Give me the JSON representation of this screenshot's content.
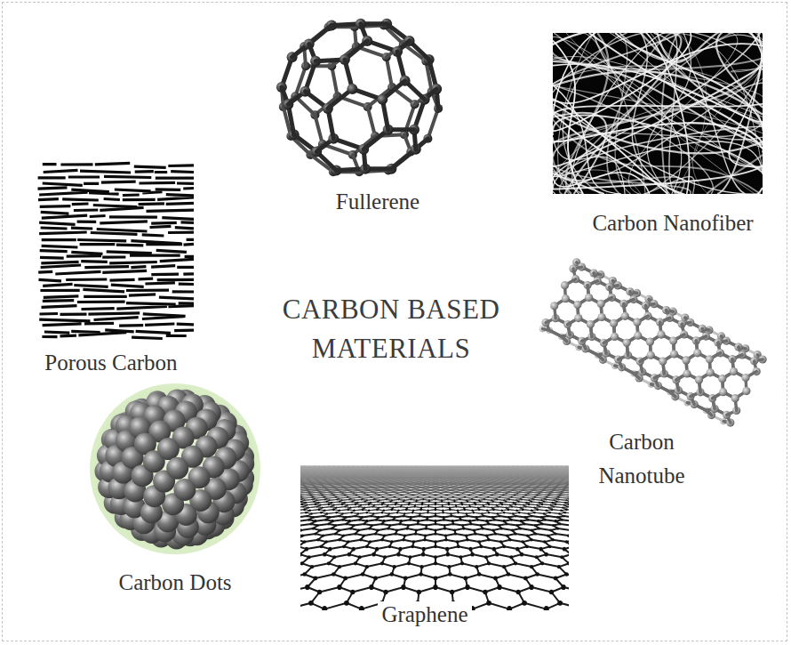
{
  "diagram": {
    "title": "CARBON BASED MATERIALS",
    "labels": [
      "Fullerene",
      "Carbon Nanofiber",
      "Porous Carbon",
      "Carbon Nanotube",
      "Carbon Dots",
      "Graphene"
    ]
  }
}
